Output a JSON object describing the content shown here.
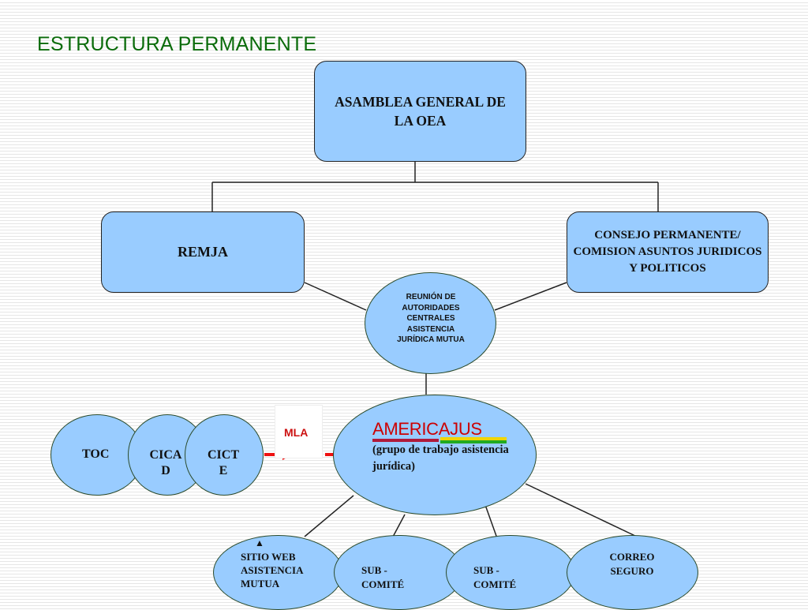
{
  "title": "ESTRUCTURA PERMANENTE",
  "nodes": {
    "asamblea": "ASAMBLEA GENERAL DE LA OEA",
    "remja": "REMJA",
    "consejo": "CONSEJO PERMANENTE/ COMISION ASUNTOS JURIDICOS Y POLITICOS",
    "reunion": "REUNIÓN DE AUTORIDADES CENTRALES ASISTENCIA JURÍDICA MUTUA",
    "toc": "TOC",
    "cicad": "CICA D",
    "cicte": "CICT E",
    "mla": "MLA",
    "americajus_title": "AMERICAJUS",
    "americajus_subtitle": "(grupo de trabajo asistencia jurídica)",
    "sitio_web": "SITIO WEB ASISTENCIA MUTUA",
    "subcomite_1": "SUB - COMITÉ",
    "subcomite_2": "SUB - COMITÉ",
    "correo": "CORREO SEGURO"
  },
  "colors": {
    "node_fill": "#99ccff",
    "title": "#0a6b0a",
    "arrow": "#ee1111",
    "americajus_title": "#cc0000"
  }
}
